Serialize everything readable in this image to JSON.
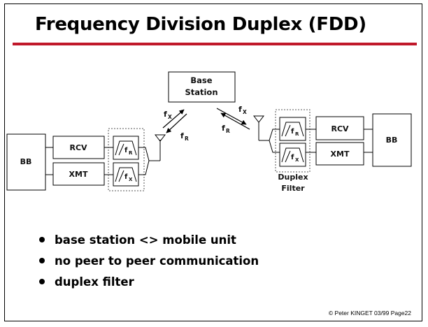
{
  "slide": {
    "title": "Frequency Division Duplex (FDD)",
    "footer": "© Peter KINGET  03/99 Page22"
  },
  "diagram": {
    "base_station": [
      "Base",
      "Station"
    ],
    "left": {
      "bb": "BB",
      "rcv": "RCV",
      "xmt": "XMT",
      "filter_r": "f",
      "filter_r_sub": "R",
      "filter_x": "f",
      "filter_x_sub": "X"
    },
    "right": {
      "bb": "BB",
      "rcv": "RCV",
      "xmt": "XMT",
      "filter_r": "f",
      "filter_r_sub": "R",
      "filter_x": "f",
      "filter_x_sub": "X",
      "duplex_label_1": "Duplex",
      "duplex_label_2": "Filter"
    },
    "links": {
      "left_up": "f",
      "left_up_sub": "X",
      "left_down": "f",
      "left_down_sub": "R",
      "right_up": "f",
      "right_up_sub": "X",
      "right_down": "f",
      "right_down_sub": "R"
    }
  },
  "bullets": [
    "base station <> mobile unit",
    "no peer to peer communication",
    "duplex filter"
  ]
}
